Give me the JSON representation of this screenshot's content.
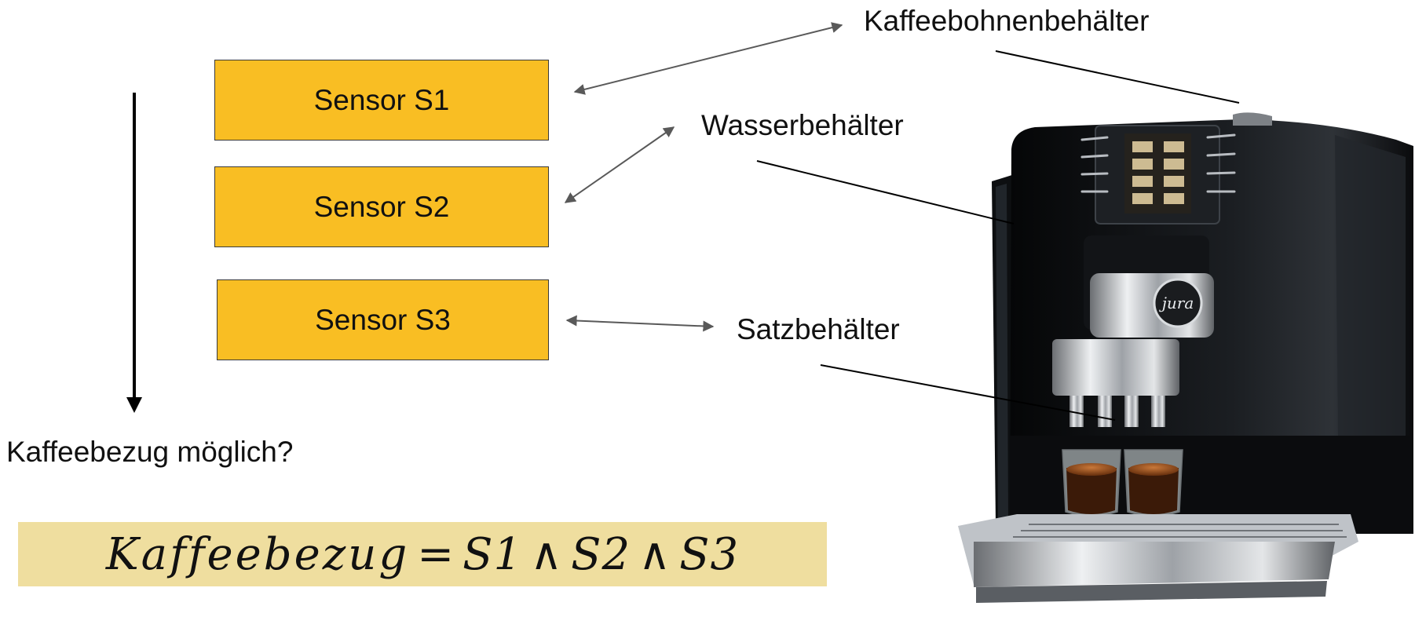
{
  "colors": {
    "sensor_fill": "#F9BE23",
    "formula_fill": "#EFDE9F",
    "machine_body": "#101214",
    "arrow_gray": "#595959"
  },
  "sensors": [
    {
      "label": "Sensor S1"
    },
    {
      "label": "Sensor S2"
    },
    {
      "label": "Sensor S3"
    }
  ],
  "callouts": {
    "bean_container": "Kaffeebohnenbehälter",
    "water_tank": "Wasserbehälter",
    "grounds_container": "Satzbehälter"
  },
  "question": "Kaffeebezug möglich?",
  "formula": {
    "lhs": "Kaffeebezug",
    "equals": "=",
    "terms": [
      "S1",
      "S2",
      "S3"
    ],
    "operator": "∧"
  },
  "machine": {
    "brand_logo_text": "jura"
  }
}
